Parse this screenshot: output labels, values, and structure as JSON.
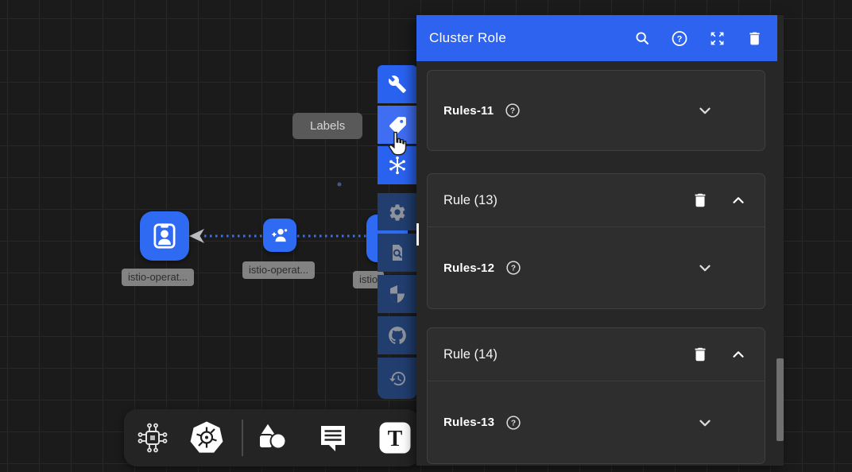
{
  "canvas": {
    "nodes": [
      {
        "label": "istio-operat..."
      },
      {
        "label": "istio-operat..."
      },
      {
        "label": "istio"
      }
    ]
  },
  "tooltip": {
    "label": "Labels"
  },
  "toolbar_icons": [
    "wrench-icon",
    "labels-tag-icon",
    "snowflake-icon",
    "gear-icon",
    "doc-search-icon",
    "shield-icon",
    "github-icon",
    "history-icon"
  ],
  "bottombar_icons": [
    "components-icon",
    "kubernetes-icon",
    "shapes-icon",
    "comment-icon",
    "text-tool-icon"
  ],
  "panel": {
    "title": "Cluster Role",
    "header_icons": [
      "search-icon",
      "help-icon",
      "expand-icon",
      "delete-icon"
    ],
    "cards": [
      {
        "field": {
          "label": "Rules-11"
        }
      },
      {
        "rule": {
          "label": "Rule (13)"
        },
        "field": {
          "label": "Rules-12"
        }
      },
      {
        "rule": {
          "label": "Rule (14)"
        },
        "field": {
          "label": "Rules-13"
        }
      }
    ]
  },
  "glyphs": {
    "help": "?",
    "text_tool": "T"
  },
  "colors": {
    "accent_blue": "#2d63ee",
    "node_blue": "#2e6bf2",
    "disabled_navy": "#213e6f",
    "panel_bg": "#272727",
    "card_bg": "#2e2e2e",
    "edge_blue": "#4070e8"
  }
}
